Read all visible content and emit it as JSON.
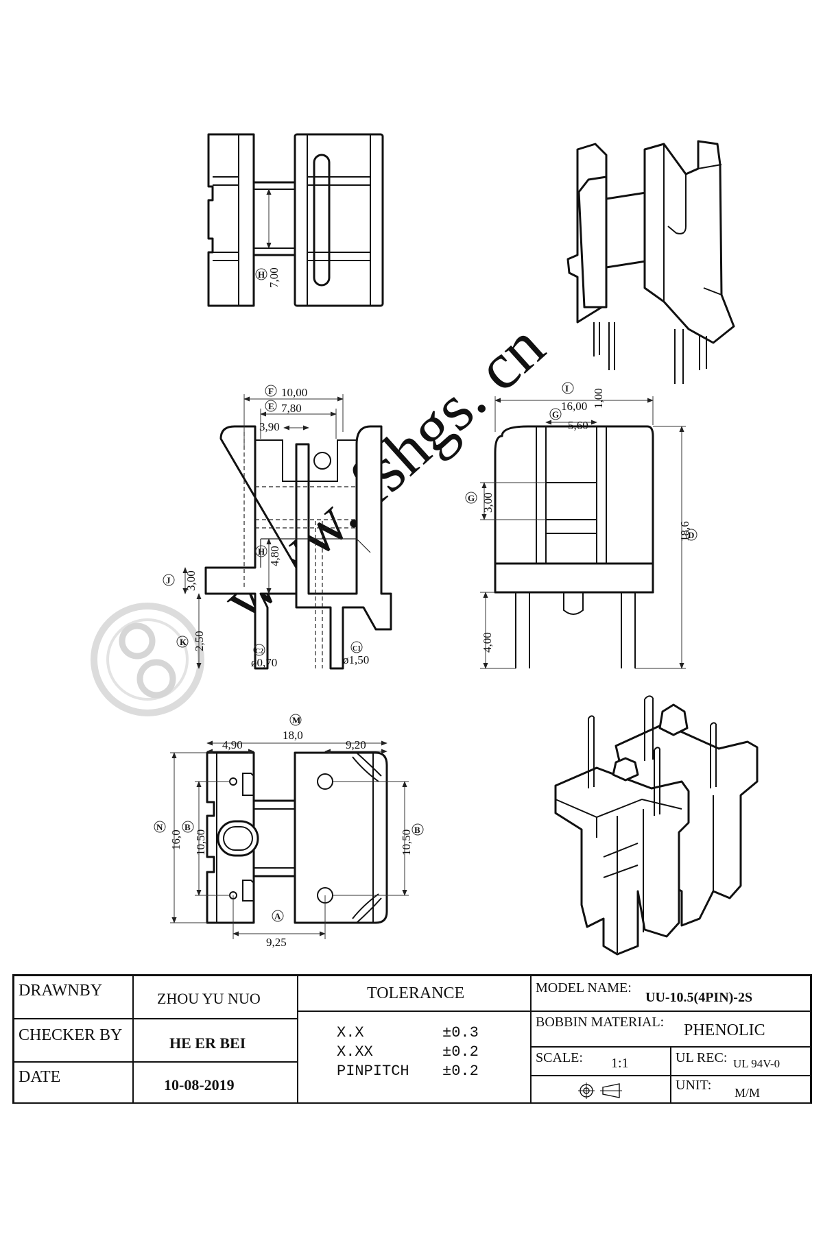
{
  "watermark": {
    "text": "www. fshgs. cn"
  },
  "dimensions": {
    "top_view": {
      "h_label": "H",
      "h_value": "7,00"
    },
    "front_view": {
      "f_label": "F",
      "f_value": "10,00",
      "e_label": "E",
      "e_value": "7,80",
      "slot_value": "3,90",
      "h_label": "H",
      "h_value": "4,80",
      "j_label": "J",
      "j_value": "3,00",
      "k_label": "K",
      "k_value": "2,50",
      "c2_label": "C2",
      "c2_value": "ø0,70",
      "c1_label": "C1",
      "c1_value": "ø1,50"
    },
    "side_view": {
      "i_label": "I",
      "i_value": "16,00",
      "i_extra": "1,00",
      "g_label": "G",
      "g_value": "5,60",
      "g2_label": "G",
      "g2_value": "3,00",
      "d_label": "D",
      "d_value": "18,6",
      "pin_value": "4,00"
    },
    "bottom_view": {
      "m_label": "M",
      "m_value": "18,0",
      "left_value": "4,90",
      "right_value": "9,20",
      "n_label": "N",
      "n_value": "16,0",
      "b_label": "B",
      "b_left_value": "10,50",
      "b2_label": "B",
      "b_right_value": "10,50",
      "a_label": "A",
      "a_value": "9,25"
    }
  },
  "title_block": {
    "drawn_by_label": "DRAWNBY",
    "drawn_by_value": "ZHOU YU NUO",
    "checker_label": "CHECKER BY",
    "checker_value": "HE ER BEI",
    "date_label": "DATE",
    "date_value": "10-08-2019",
    "tolerance_label": "TOLERANCE",
    "tolerances": [
      {
        "name": "X.X",
        "value": "±0.3"
      },
      {
        "name": "X.XX",
        "value": "±0.2"
      },
      {
        "name": "PINPITCH",
        "value": "±0.2"
      }
    ],
    "model_name_label": "MODEL NAME:",
    "model_name_value": "UU-10.5(4PIN)-2S",
    "material_label": "BOBBIN MATERIAL:",
    "material_value": "PHENOLIC",
    "scale_label": "SCALE:",
    "scale_value": "1:1",
    "ul_label": "UL REC:",
    "ul_value": "UL 94V-0",
    "unit_label": "UNIT:",
    "unit_value": "M/M"
  }
}
